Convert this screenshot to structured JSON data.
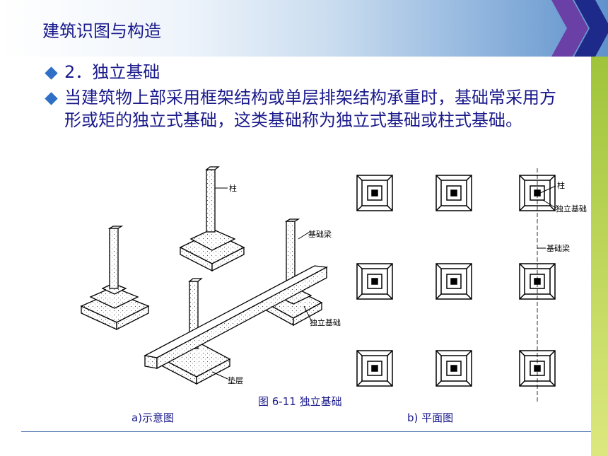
{
  "header": {
    "title": "建筑识图与构造"
  },
  "bullets": {
    "item1": "2．独立基础",
    "item2": "当建筑物上部采用框架结构或单层排架结构承重时，基础常采用方形或矩的独立式基础，这类基础称为独立式基础或柱式基础。"
  },
  "figure": {
    "caption": "图 6-11 独立基础",
    "sub_a": "a)示意图",
    "sub_b": "b) 平面图",
    "labels_a": {
      "column": "柱",
      "beam": "基础梁",
      "footing": "独立基础",
      "cushion": "垫层"
    },
    "labels_b": {
      "column": "柱",
      "footing": "独立基础",
      "beam": "基础梁"
    }
  },
  "colors": {
    "title_text": "#1a1a8c",
    "bullet": "#2f6fc6",
    "accent_strip": "#9fc43a"
  }
}
